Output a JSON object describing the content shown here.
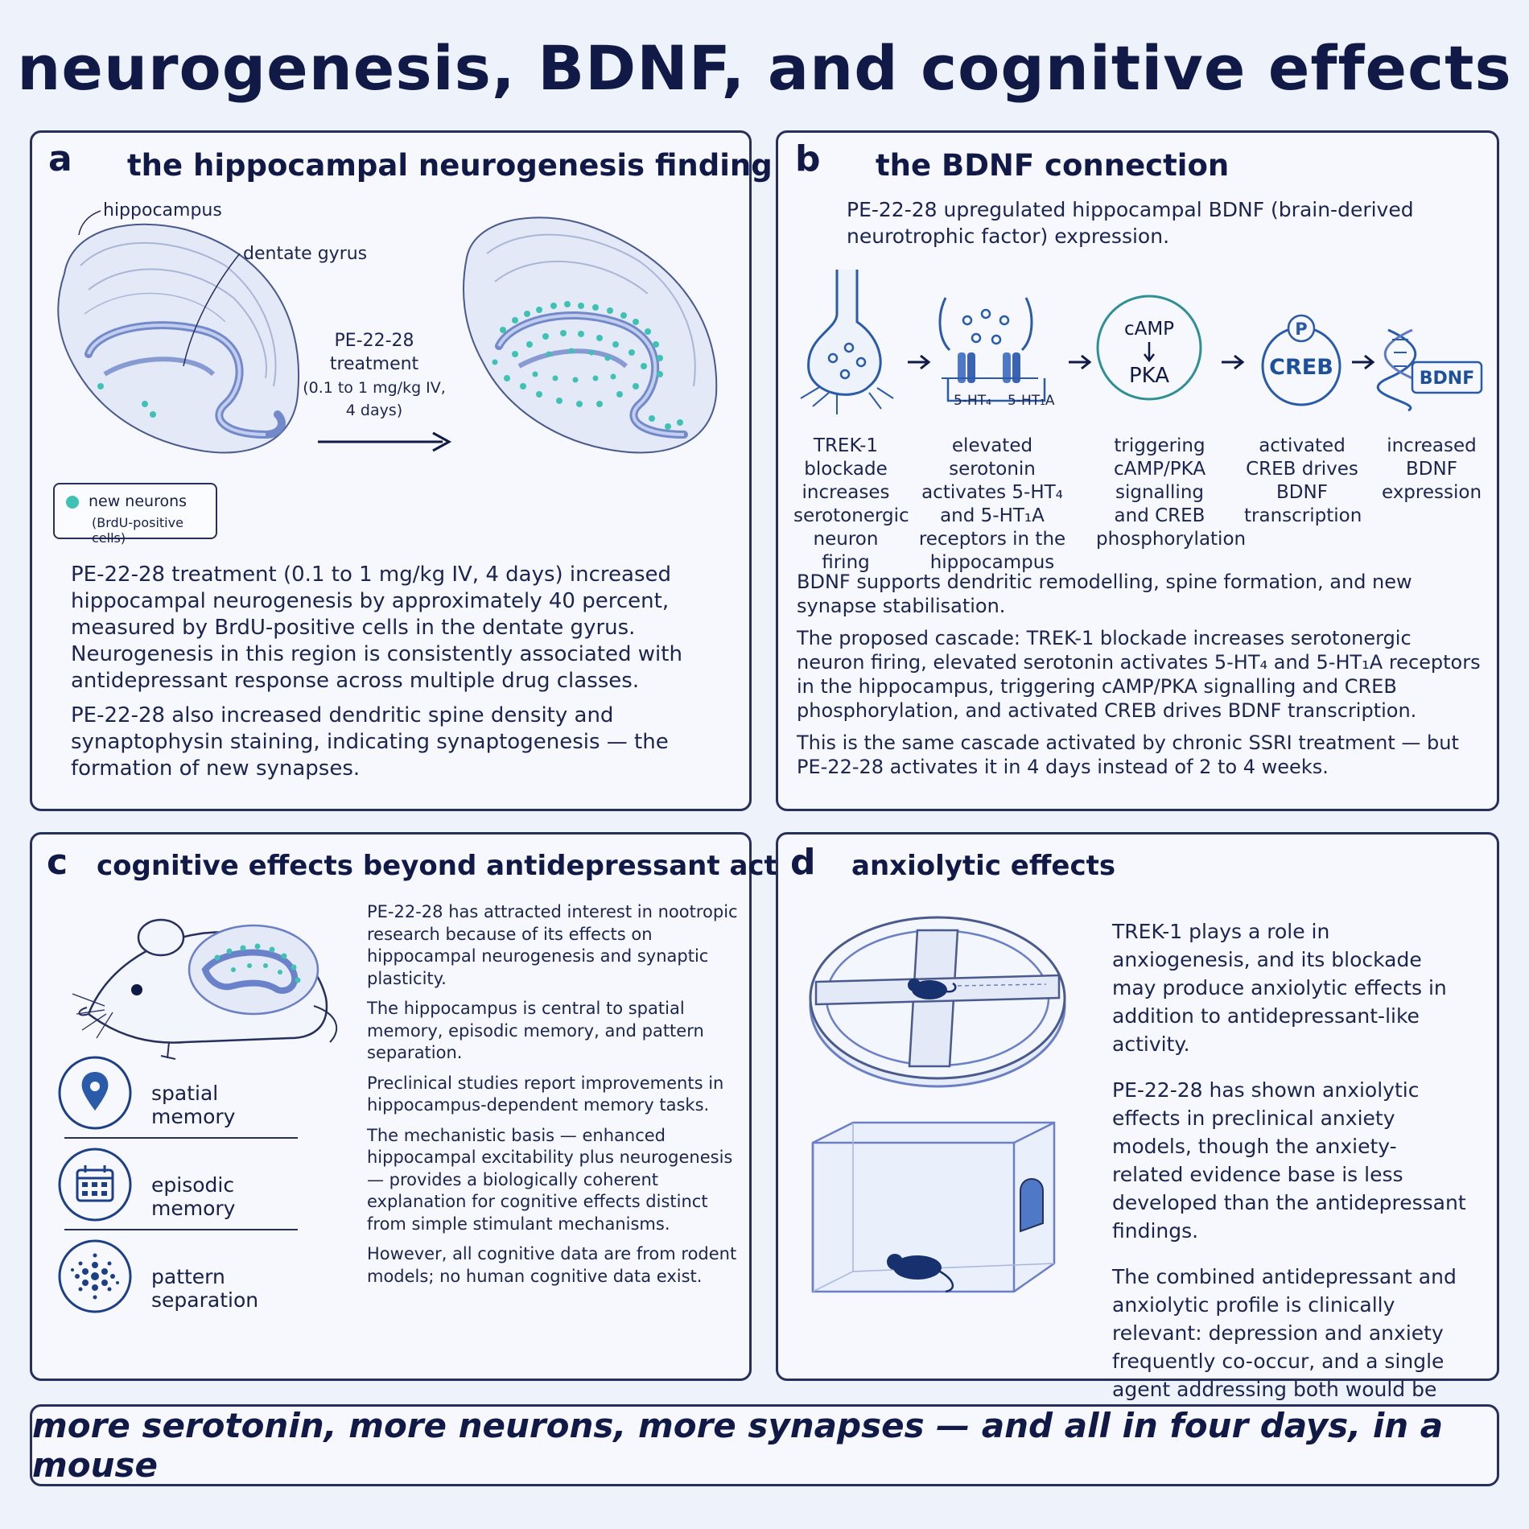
{
  "title": "neurogenesis, BDNF, and cognitive effects",
  "panel_a": {
    "label": "a",
    "title": "the hippocampal neurogenesis finding",
    "hippocampus_label": "hippocampus",
    "dentate_label": "dentate gyrus",
    "treatment_lines": [
      "PE-22-28",
      "treatment",
      "(0.1 to 1 mg/kg IV,",
      "4 days)"
    ],
    "legend_line1": "new neurons",
    "legend_line2": "(BrdU-positive cells)",
    "para1": "PE-22-28 treatment (0.1 to 1 mg/kg IV, 4 days) increased hippocampal neurogenesis by approximately 40 percent, measured by BrdU-positive cells in the dentate gyrus. Neurogenesis in this region is consistently associated with antidepressant response across multiple drug classes.",
    "para2": "PE-22-28 also increased dendritic spine density and synaptophysin staining, indicating synaptogenesis — the formation of new synapses."
  },
  "panel_b": {
    "label": "b",
    "title": "the BDNF connection",
    "intro": "PE-22-28 upregulated hippocampal BDNF (brain-derived neurotrophic factor) expression.",
    "receptor1": "5-HT₄",
    "receptor2": "5-HT₁A",
    "camp": "cAMP",
    "pka": "PKA",
    "p": "P",
    "creb": "CREB",
    "bdnf_tag": "BDNF",
    "steps": [
      "TREK-1 blockade increases serotonergic neuron firing",
      "elevated serotonin activates 5-HT₄ and 5-HT₁A receptors in the hippocampus",
      "triggering cAMP/PKA signalling and CREB phosphorylation",
      "activated CREB drives BDNF transcription",
      "increased BDNF expression"
    ],
    "para1": "BDNF supports dendritic remodelling, spine formation, and new synapse stabilisation.",
    "para2": "The proposed cascade: TREK-1 blockade increases serotonergic neuron firing, elevated serotonin activates 5-HT₄ and 5-HT₁A receptors in the hippocampus, triggering cAMP/PKA signalling and CREB phosphorylation, and activated CREB drives BDNF transcription.",
    "para3": "This is the same cascade activated by chronic SSRI treatment — but PE-22-28 activates it in 4 days instead of 2 to 4 weeks."
  },
  "panel_c": {
    "label": "c",
    "title": "cognitive effects beyond antidepressant activity",
    "memory_items": [
      "spatial memory",
      "episodic memory",
      "pattern separation"
    ],
    "para1": "PE-22-28 has attracted interest in nootropic research because of its effects on hippocampal neurogenesis and synaptic plasticity.",
    "para2": "The hippocampus is central to spatial memory, episodic memory, and pattern separation.",
    "para3": "Preclinical studies report improvements in hippocampus-dependent memory tasks.",
    "para4": "The mechanistic basis — enhanced hippocampal excitability plus neurogenesis — provides a biologically coherent explanation for cognitive effects distinct from simple stimulant mechanisms.",
    "para5": "However, all cognitive data are from rodent models; no human cognitive data exist."
  },
  "panel_d": {
    "label": "d",
    "title": "anxiolytic effects",
    "para1": "TREK-1 plays a role in anxiogenesis, and its blockade may produce anxiolytic effects in addition to antidepressant-like activity.",
    "para2": "PE-22-28 has shown anxiolytic effects in preclinical anxiety models, though the anxiety-related evidence base is less developed than the antidepressant findings.",
    "para3": "The combined antidepressant and anxiolytic profile is clinically relevant: depression and anxiety frequently co-occur, and a single agent addressing both would be therapeutically valuable."
  },
  "footer": "more serotonin, more neurons, more synapses — and all in four days, in a mouse",
  "colors": {
    "navy": "#111a47",
    "teal": "#3fc1b4",
    "blue": "#2a5ba8",
    "pale": "#c9d4ee"
  }
}
